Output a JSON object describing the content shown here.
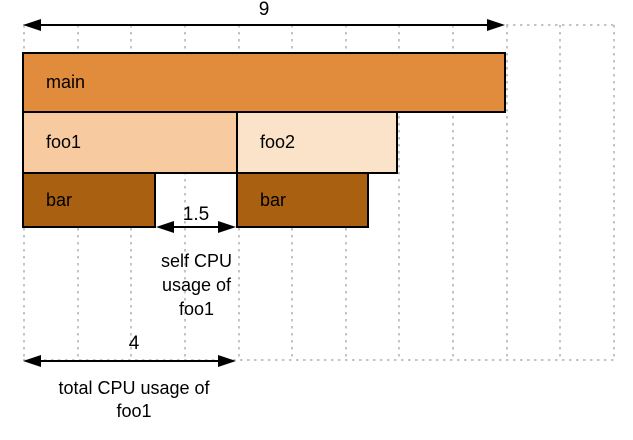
{
  "ruler": {
    "total_label": "9"
  },
  "frames": {
    "main": {
      "label": "main"
    },
    "foo1": {
      "label": "foo1"
    },
    "foo2": {
      "label": "foo2"
    },
    "bar_under_foo1": {
      "label": "bar"
    },
    "bar_under_foo2": {
      "label": "bar"
    }
  },
  "annotations": {
    "self_cpu": {
      "value": "1.5",
      "lines": [
        "self CPU",
        "usage of",
        "foo1"
      ]
    },
    "total_cpu": {
      "value": "4",
      "lines": [
        "total CPU usage of",
        "foo1"
      ]
    }
  },
  "colors": {
    "frame_main": "#E18C3C",
    "frame_foo1": "#F7CB9F",
    "frame_foo2": "#FAE3C8",
    "frame_bar": "#A96010",
    "frame_border": "#000000",
    "grid_line": "#C4C4C4",
    "arrow": "#000000",
    "text": "#000000",
    "background": "#FFFFFF"
  }
}
